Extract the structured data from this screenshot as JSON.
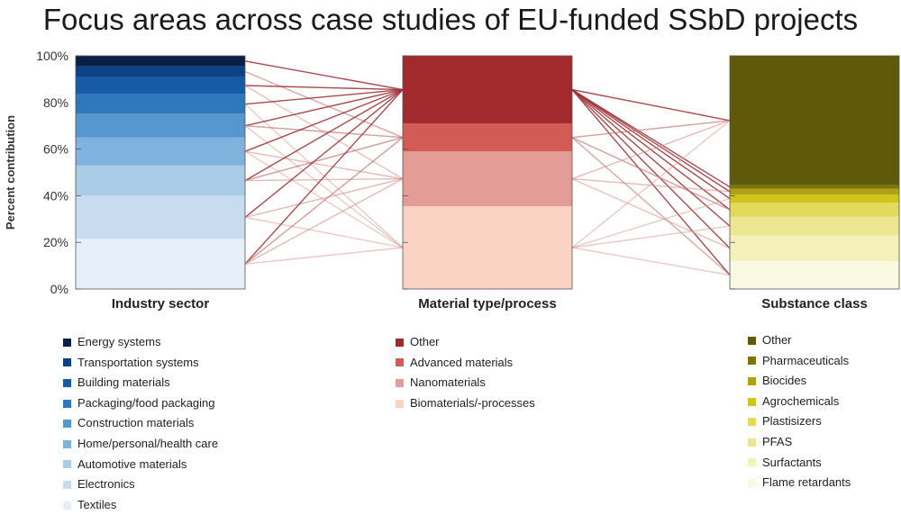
{
  "title": "Focus areas across case studies of EU-funded SSbD projects",
  "chart_data": {
    "type": "bar",
    "subtype": "stacked-100-percent-with-flow-links",
    "ylabel": "Percent contribution",
    "ylim": [
      0,
      100
    ],
    "yticks": [
      "0%",
      "20%",
      "40%",
      "60%",
      "80%",
      "100%"
    ],
    "categories": [
      "Industry sector",
      "Material type/process",
      "Substance class"
    ],
    "columns": [
      {
        "label": "Industry sector",
        "legend_order": [
          "Energy systems",
          "Transportation systems",
          "Building materials",
          "Packaging/food packaging",
          "Construction materials",
          "Home/personal/health care",
          "Automotive materials",
          "Electronics",
          "Textiles"
        ],
        "segments": [
          {
            "name": "Textiles",
            "value": 21.5,
            "color": "#e7eff9"
          },
          {
            "name": "Electronics",
            "value": 18.5,
            "color": "#c8dcf0"
          },
          {
            "name": "Automotive materials",
            "value": 13,
            "color": "#a9cce7"
          },
          {
            "name": "Home/personal/health care",
            "value": 12,
            "color": "#7fb2dc"
          },
          {
            "name": "Construction materials",
            "value": 10,
            "color": "#5797cf"
          },
          {
            "name": "Packaging/food packaging",
            "value": 8.5,
            "color": "#2e78bc"
          },
          {
            "name": "Building materials",
            "value": 7.5,
            "color": "#175ba6"
          },
          {
            "name": "Transportation systems",
            "value": 4.5,
            "color": "#0c4184"
          },
          {
            "name": "Energy systems",
            "value": 4.5,
            "color": "#0a1f45"
          }
        ]
      },
      {
        "label": "Material type/process",
        "legend_order": [
          "Other",
          "Advanced materials",
          "Nanomaterials",
          "Biomaterials/-processes"
        ],
        "segments": [
          {
            "name": "Biomaterials/-processes",
            "value": 35.5,
            "color": "#fad3c4"
          },
          {
            "name": "Nanomaterials",
            "value": 23.5,
            "color": "#e39c96"
          },
          {
            "name": "Advanced materials",
            "value": 12,
            "color": "#d35b55"
          },
          {
            "name": "Other",
            "value": 29,
            "color": "#a32a2c"
          }
        ]
      },
      {
        "label": "Substance class",
        "legend_order": [
          "Other",
          "Pharmaceuticals",
          "Biocides",
          "Agrochemicals",
          "Plastisizers",
          "PFAS",
          "Surfactants",
          "Flame retardants"
        ],
        "segments": [
          {
            "name": "Flame retardants",
            "value": 12,
            "color": "#fbf8e2"
          },
          {
            "name": "Surfactants",
            "value": 11,
            "color": "#f5f1bb"
          },
          {
            "name": "PFAS",
            "value": 8,
            "color": "#ede691"
          },
          {
            "name": "Plastisizers",
            "value": 6,
            "color": "#e3d95d"
          },
          {
            "name": "Agrochemicals",
            "value": 3.5,
            "color": "#d0c418"
          },
          {
            "name": "Biocides",
            "value": 2.5,
            "color": "#aea214"
          },
          {
            "name": "Pharmaceuticals",
            "value": 1.5,
            "color": "#7c750e"
          },
          {
            "name": "Other",
            "value": 55.5,
            "color": "#5f5a0a"
          }
        ]
      }
    ],
    "links_left": [
      {
        "from": "Energy systems",
        "to": "Other",
        "weight": 0.9
      },
      {
        "from": "Transportation systems",
        "to": "Advanced materials",
        "weight": 0.5
      },
      {
        "from": "Building materials",
        "to": "Other",
        "weight": 0.9
      },
      {
        "from": "Building materials",
        "to": "Nanomaterials",
        "weight": 0.35
      },
      {
        "from": "Packaging/food packaging",
        "to": "Other",
        "weight": 0.9
      },
      {
        "from": "Packaging/food packaging",
        "to": "Biomaterials/-processes",
        "weight": 0.3
      },
      {
        "from": "Construction materials",
        "to": "Other",
        "weight": 0.9
      },
      {
        "from": "Construction materials",
        "to": "Advanced materials",
        "weight": 0.55
      },
      {
        "from": "Construction materials",
        "to": "Biomaterials/-processes",
        "weight": 0.3
      },
      {
        "from": "Home/personal/health care",
        "to": "Other",
        "weight": 0.9
      },
      {
        "from": "Home/personal/health care",
        "to": "Nanomaterials",
        "weight": 0.4
      },
      {
        "from": "Home/personal/health care",
        "to": "Biomaterials/-processes",
        "weight": 0.3
      },
      {
        "from": "Automotive materials",
        "to": "Other",
        "weight": 0.9
      },
      {
        "from": "Automotive materials",
        "to": "Advanced materials",
        "weight": 0.55
      },
      {
        "from": "Automotive materials",
        "to": "Nanomaterials",
        "weight": 0.4
      },
      {
        "from": "Electronics",
        "to": "Other",
        "weight": 0.9
      },
      {
        "from": "Electronics",
        "to": "Nanomaterials",
        "weight": 0.4
      },
      {
        "from": "Electronics",
        "to": "Biomaterials/-processes",
        "weight": 0.3
      },
      {
        "from": "Textiles",
        "to": "Other",
        "weight": 0.9
      },
      {
        "from": "Textiles",
        "to": "Advanced materials",
        "weight": 0.55
      },
      {
        "from": "Textiles",
        "to": "Nanomaterials",
        "weight": 0.4
      },
      {
        "from": "Textiles",
        "to": "Biomaterials/-processes",
        "weight": 0.3
      }
    ],
    "links_right": [
      {
        "from": "Other",
        "to": "Other",
        "weight": 0.9
      },
      {
        "from": "Other",
        "to": "Pharmaceuticals",
        "weight": 0.9
      },
      {
        "from": "Other",
        "to": "Biocides",
        "weight": 0.9
      },
      {
        "from": "Other",
        "to": "Agrochemicals",
        "weight": 0.9
      },
      {
        "from": "Other",
        "to": "Plastisizers",
        "weight": 0.9
      },
      {
        "from": "Other",
        "to": "PFAS",
        "weight": 0.9
      },
      {
        "from": "Other",
        "to": "Surfactants",
        "weight": 0.9
      },
      {
        "from": "Other",
        "to": "Flame retardants",
        "weight": 0.9
      },
      {
        "from": "Advanced materials",
        "to": "Other",
        "weight": 0.55
      },
      {
        "from": "Advanced materials",
        "to": "Plastisizers",
        "weight": 0.55
      },
      {
        "from": "Advanced materials",
        "to": "Flame retardants",
        "weight": 0.5
      },
      {
        "from": "Nanomaterials",
        "to": "Other",
        "weight": 0.4
      },
      {
        "from": "Nanomaterials",
        "to": "Biocides",
        "weight": 0.4
      },
      {
        "from": "Nanomaterials",
        "to": "Surfactants",
        "weight": 0.35
      },
      {
        "from": "Biomaterials/-processes",
        "to": "Other",
        "weight": 0.3
      },
      {
        "from": "Biomaterials/-processes",
        "to": "Agrochemicals",
        "weight": 0.3
      },
      {
        "from": "Biomaterials/-processes",
        "to": "PFAS",
        "weight": 0.3
      },
      {
        "from": "Biomaterials/-processes",
        "to": "Flame retardants",
        "weight": 0.3
      }
    ]
  }
}
